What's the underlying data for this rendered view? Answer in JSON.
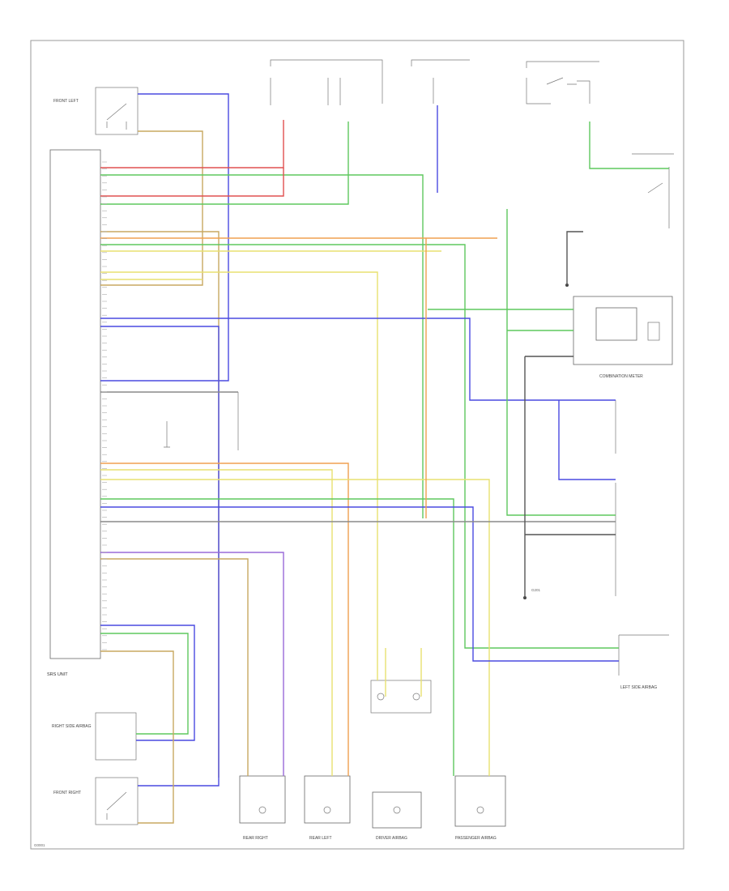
{
  "colors": {
    "blue": "#4a4ae0",
    "red": "#e05050",
    "green": "#5ec85e",
    "yellow": "#e8e070",
    "orange": "#f0a050",
    "tan": "#c8a860",
    "gray": "#8a8a8a",
    "dark": "#555555",
    "violet": "#9a6ad8"
  },
  "labels": {
    "srs_unit": "SRS UNIT",
    "combination_meter": "COMBINATION METER",
    "left_side_airbag": "LEFT SIDE AIRBAG",
    "right_side_airbag": "RIGHT SIDE AIRBAG",
    "front_left": "FRONT LEFT",
    "front_right": "FRONT RIGHT",
    "rear_left": "REAR LEFT",
    "rear_right": "REAR RIGHT",
    "driver_airbag": "DRIVER AIRBAG",
    "passenger_airbag": "PASSENGER AIRBAG",
    "ground": "G201",
    "ref": "G0001"
  }
}
